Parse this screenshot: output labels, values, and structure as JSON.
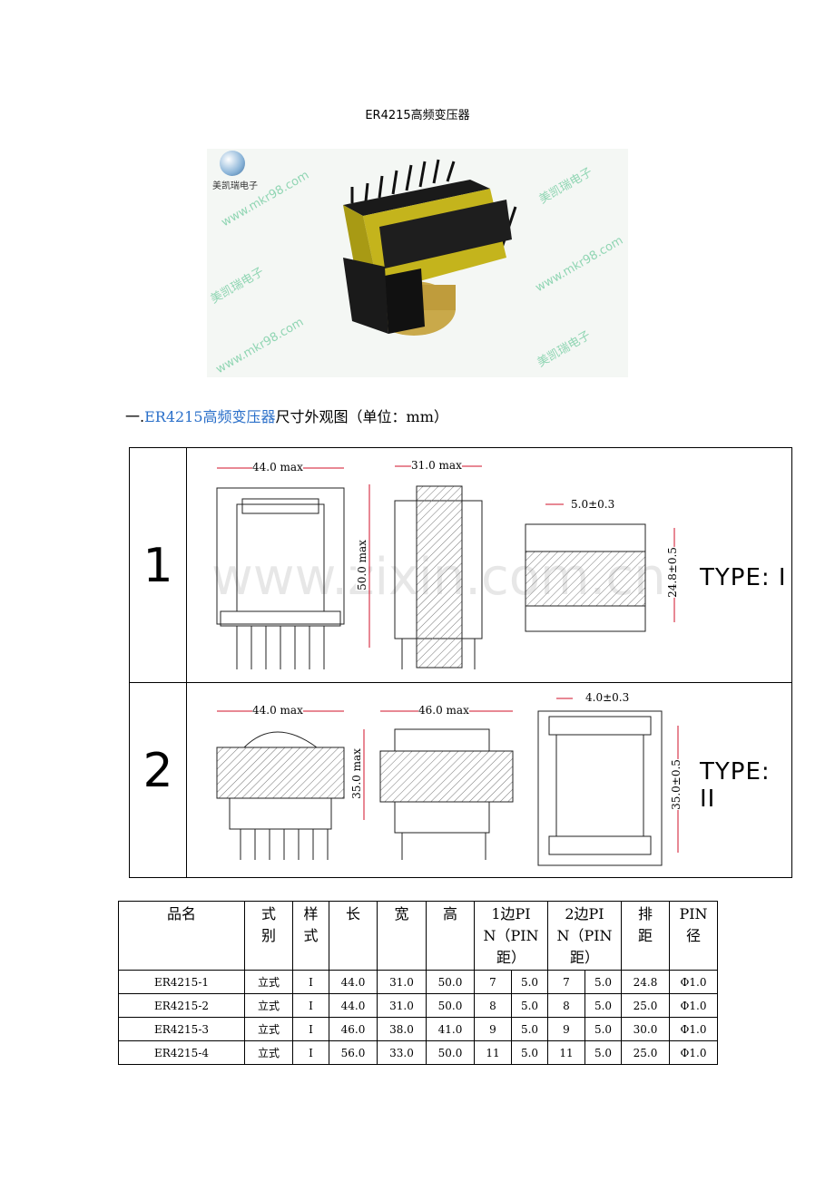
{
  "doc_title": "ER4215高频变压器",
  "photo": {
    "logo_text": "美凯瑞电子",
    "watermarks": [
      "www.mkr98.com",
      "美凯瑞电子",
      "www.mkr98.com",
      "美凯瑞电子",
      "www.mkr98.com",
      "美凯瑞电子"
    ]
  },
  "heading": {
    "prefix": "一.",
    "link": "ER4215高频变压器",
    "suffix": "尺寸外观图（单位：mm）"
  },
  "drawing": {
    "watermark": "www.zixin.com.cn",
    "row1": {
      "num": "1",
      "type": "TYPE: I",
      "dim_w": "44.0 max",
      "dim_d": "31.0 max",
      "dim_h": "50.0 max",
      "dim_pitch": "5.0±0.3",
      "dim_row": "24.8±0.5"
    },
    "row2": {
      "num": "2",
      "type": "TYPE: II",
      "dim_w": "44.0 max",
      "dim_d": "46.0 max",
      "dim_h": "35.0 max",
      "dim_pitch": "4.0±0.3",
      "dim_row": "35.0±0.5"
    }
  },
  "table": {
    "headers": [
      "品名",
      "式\n别",
      "样\n式",
      "长",
      "宽",
      "高",
      "1边PI\nN（PIN\n距）",
      "2边PI\nN（PIN\n距）",
      "排\n距",
      "PIN\n径"
    ],
    "rows": [
      [
        "ER4215-1",
        "立式",
        "I",
        "44.0",
        "31.0",
        "50.0",
        "7",
        "5.0",
        "7",
        "5.0",
        "24.8",
        "Φ1.0"
      ],
      [
        "ER4215-2",
        "立式",
        "I",
        "44.0",
        "31.0",
        "50.0",
        "8",
        "5.0",
        "8",
        "5.0",
        "25.0",
        "Φ1.0"
      ],
      [
        "ER4215-3",
        "立式",
        "I",
        "46.0",
        "38.0",
        "41.0",
        "9",
        "5.0",
        "9",
        "5.0",
        "30.0",
        "Φ1.0"
      ],
      [
        "ER4215-4",
        "立式",
        "I",
        "56.0",
        "33.0",
        "50.0",
        "11",
        "5.0",
        "11",
        "5.0",
        "25.0",
        "Φ1.0"
      ]
    ]
  },
  "colors": {
    "link": "#2a6fc9",
    "dim": "#d0102a",
    "watermark_green": "#7fd0a8",
    "bobbin": "#d6cf2a"
  }
}
